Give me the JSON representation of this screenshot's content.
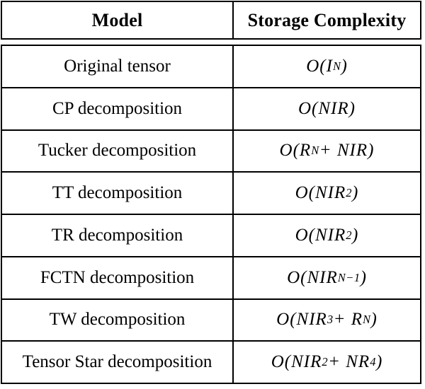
{
  "table": {
    "columns": {
      "model": "Model",
      "complexity": "Storage Complexity"
    },
    "rows": [
      {
        "model": "Original tensor",
        "complexity": "O(I^{N})"
      },
      {
        "model": "CP decomposition",
        "complexity": "O(NIR)"
      },
      {
        "model": "Tucker decomposition",
        "complexity": "O(R^{N} + NIR)"
      },
      {
        "model": "TT decomposition",
        "complexity": "O(NIR^{2})"
      },
      {
        "model": "TR decomposition",
        "complexity": "O(NIR^{2})"
      },
      {
        "model": "FCTN decomposition",
        "complexity": "O(NIR^{N−1})"
      },
      {
        "model": "TW decomposition",
        "complexity": "O(NIR^{3} + R^{N})"
      },
      {
        "model": "Tensor Star decomposition",
        "complexity": "O(NIR^{2} + NR^{4})"
      }
    ],
    "colors": {
      "border": "#000000",
      "background": "#ffffff",
      "text": "#000000"
    }
  },
  "chart_data": {
    "type": "table",
    "columns": [
      "Model",
      "Storage Complexity"
    ],
    "rows": [
      [
        "Original tensor",
        "O(I^N)"
      ],
      [
        "CP decomposition",
        "O(NIR)"
      ],
      [
        "Tucker decomposition",
        "O(R^N + NIR)"
      ],
      [
        "TT decomposition",
        "O(NIR^2)"
      ],
      [
        "TR decomposition",
        "O(NIR^2)"
      ],
      [
        "FCTN decomposition",
        "O(NIR^(N-1))"
      ],
      [
        "TW decomposition",
        "O(NIR^3 + R^N)"
      ],
      [
        "Tensor Star decomposition",
        "O(NIR^2 + NR^4)"
      ]
    ]
  }
}
